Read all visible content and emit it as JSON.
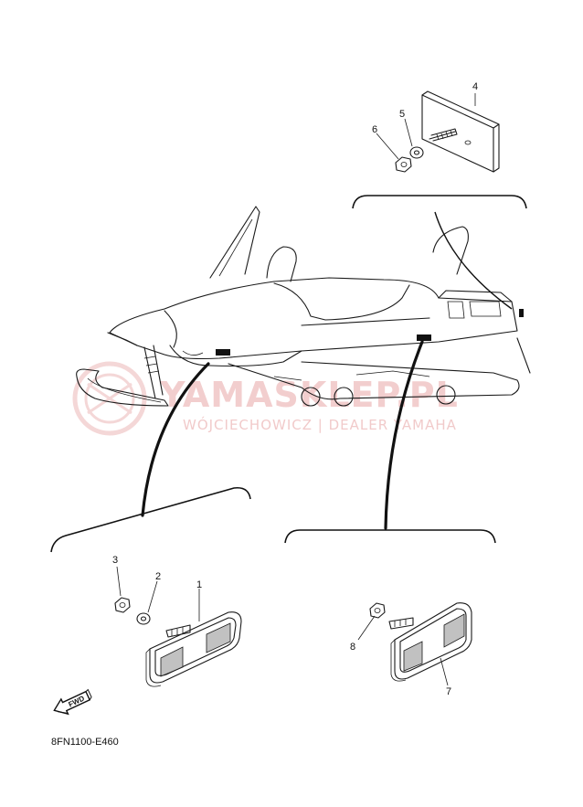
{
  "diagram": {
    "code": "8FN1100-E460",
    "fwd_label": "FWD",
    "callouts": [
      "1",
      "2",
      "3",
      "4",
      "5",
      "6",
      "7",
      "8"
    ]
  },
  "watermark": {
    "brand": "YAMASKLEP.PL",
    "dealer": "WÓJCIECHOWICZ | DEALER YAMAHA"
  },
  "colors": {
    "line": "#1a1a1a",
    "watermark": "#e8a7a7",
    "background": "#ffffff"
  }
}
